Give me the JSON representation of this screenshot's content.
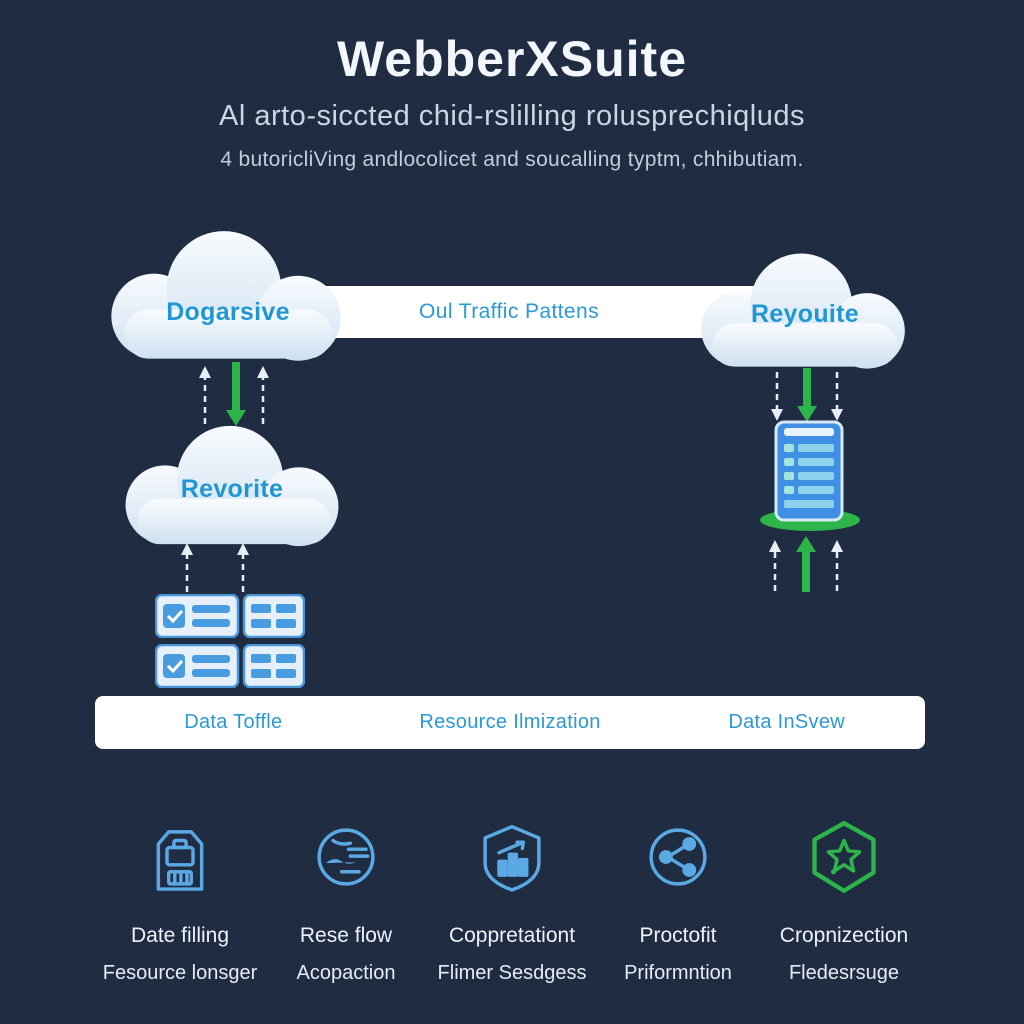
{
  "header": {
    "title": "WebberXSuite",
    "subtitle1": "Al arto-siccted chid-rslilling rolusprechiqluds",
    "subtitle2": "4 butoricliVing andlocolicet and soucalling typtm, chhibutiam."
  },
  "diagram": {
    "cloud_top_left": "Dogarsive",
    "cloud_top_right": "Reyouite",
    "cloud_mid_left": "Revorite",
    "band_top": "Oul Traffic Pattens",
    "band_bottom": [
      "Data Toffle",
      "Resource Ilmization",
      "Data InSvew"
    ],
    "icons": [
      "cloud-icon",
      "server-rack-icon",
      "tablet-device-icon",
      "dashed-arrow-icon",
      "green-arrow-icon"
    ]
  },
  "features": [
    {
      "icon": "building-server-icon",
      "line1": "Date filling",
      "line2": "Fesource lonsger"
    },
    {
      "icon": "globe-flow-icon",
      "line1": "Rese flow",
      "line2": "Acopaction"
    },
    {
      "icon": "shield-chart-icon",
      "line1": "Coppretationt",
      "line2": "Flimer Sesdgess"
    },
    {
      "icon": "network-share-icon",
      "line1": "Proctofit",
      "line2": "Priformntion"
    },
    {
      "icon": "hexagon-star-icon",
      "line1": "Cropnizection",
      "line2": "Fledesrsuge"
    }
  ],
  "colors": {
    "background": "#202c42",
    "accent_blue": "#2a9ad4",
    "accent_green": "#2db44a",
    "icon_blue": "#5aa9e4",
    "band_white": "#ffffff"
  }
}
